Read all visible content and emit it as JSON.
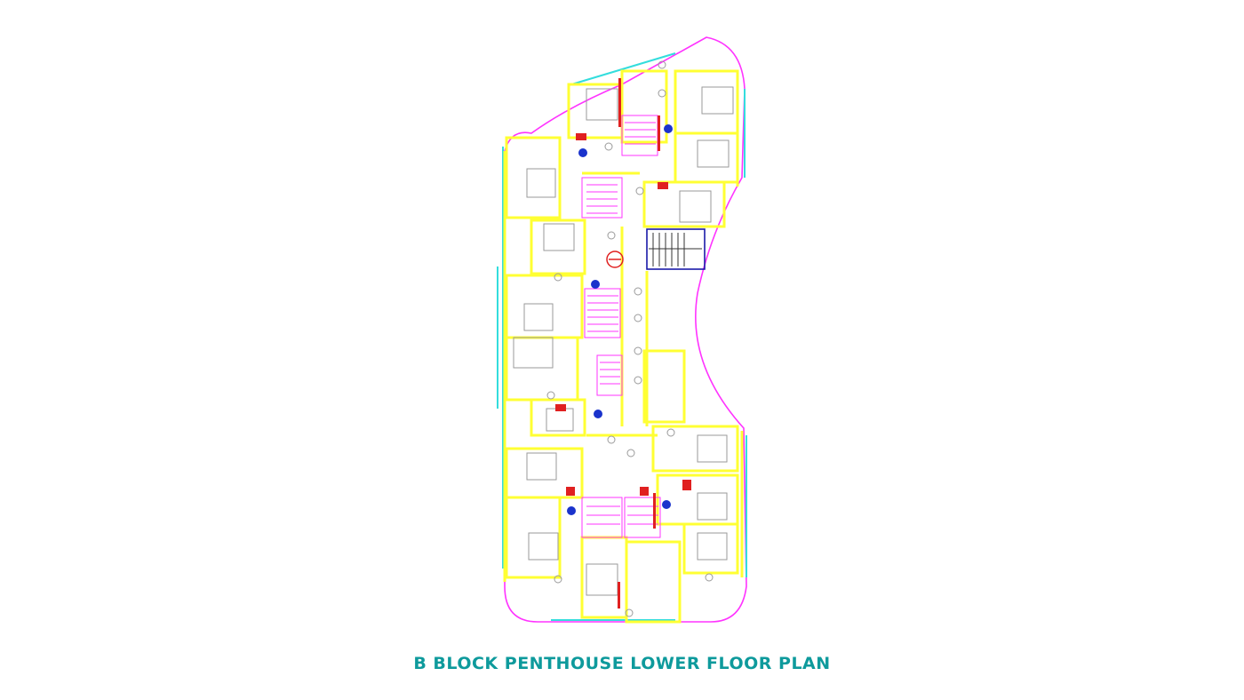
{
  "caption": "B BLOCK PENTHOUSE LOWER FLOOR PLAN",
  "colors": {
    "outline": "#ff33ff",
    "wall": "#ffff33",
    "glazing": "#33dddd",
    "furniture": "#9a9a9a",
    "accent_red": "#e02020",
    "stair": "#ff33ff",
    "elevator_frame": "#1a1aa8",
    "badge": "#1a33cc",
    "caption": "#0e9a9c"
  },
  "icons": [
    "unit-number-badge",
    "fire-extinguisher-symbol",
    "stair-arrow"
  ]
}
